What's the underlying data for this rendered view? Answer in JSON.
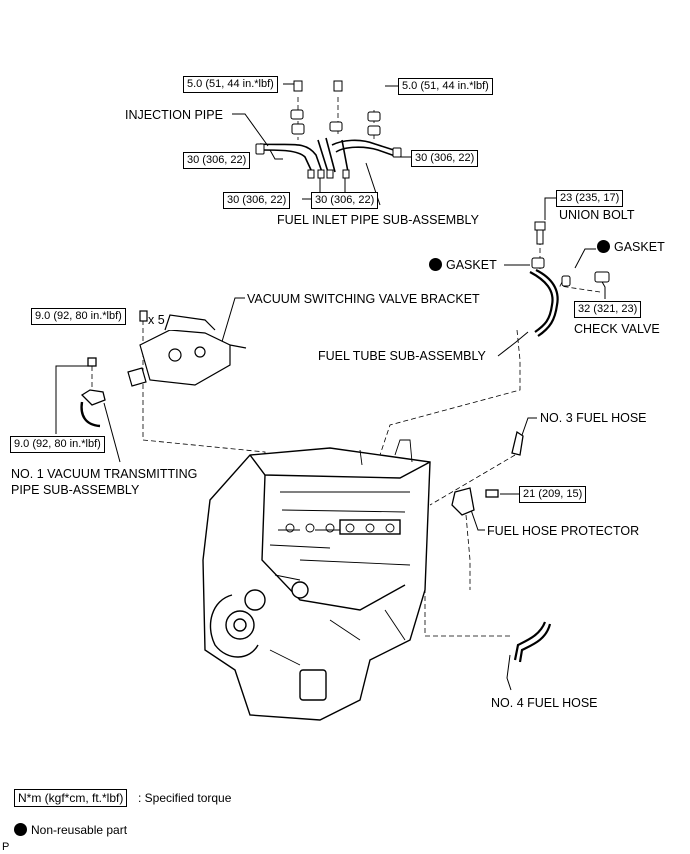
{
  "labels": {
    "injection_pipe": "INJECTION PIPE",
    "fuel_inlet_pipe": "FUEL INLET PIPE SUB-ASSEMBLY",
    "union_bolt": "UNION BOLT",
    "gasket_left": "GASKET",
    "gasket_right": "GASKET",
    "check_valve": "CHECK VALVE",
    "vsv_bracket": "VACUUM SWITCHING VALVE BRACKET",
    "fuel_tube": "FUEL TUBE SUB-ASSEMBLY",
    "no3_fuel_hose": "NO. 3 FUEL HOSE",
    "no1_vacuum_line1": "NO. 1 VACUUM TRANSMITTING",
    "no1_vacuum_line2": "PIPE SUB-ASSEMBLY",
    "fuel_hose_protector": "FUEL HOSE PROTECTOR",
    "no4_fuel_hose": "NO. 4 FUEL HOSE",
    "times5": "x 5",
    "p_mark": "P"
  },
  "torques": {
    "top_left": "5.0 (51, 44 in.*lbf)",
    "top_right": "5.0 (51, 44 in.*lbf)",
    "inj_left": "30 (306, 22)",
    "inj_right": "30 (306, 22)",
    "inj_bottom_a": "30 (306, 22)",
    "inj_bottom_b": "30 (306, 22)",
    "union_bolt": "23 (235, 17)",
    "check_valve": "32 (321, 23)",
    "vsv_bracket": "9.0 (92, 80 in.*lbf)",
    "no1_vacuum": "9.0 (92, 80 in.*lbf)",
    "fuel_hose_protector": "21 (209, 15)"
  },
  "legend": {
    "torque_unit": "N*m (kgf*cm, ft.*lbf)",
    "torque_desc": ": Specified torque",
    "nonreusable": "Non-reusable part"
  }
}
